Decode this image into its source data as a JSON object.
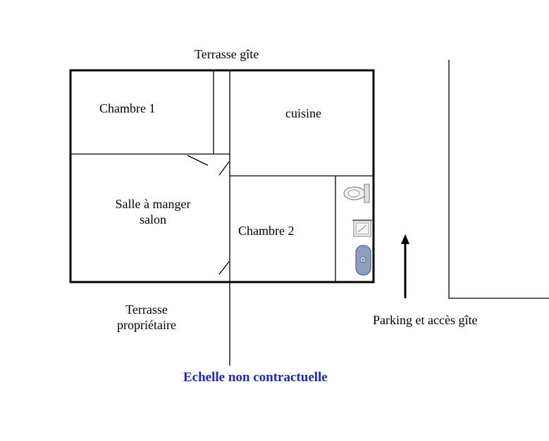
{
  "labels": {
    "terrasse_gite": "Terrasse gîte",
    "chambre_1": "Chambre 1",
    "cuisine": "cuisine",
    "salle_line1": "Salle à manger",
    "salle_line2": "salon",
    "chambre_2": "Chambre 2",
    "terrasse_proprio_line1": "Terrasse",
    "terrasse_proprio_line2": "propriétaire",
    "parking": "Parking et accès gîte"
  },
  "note": {
    "text": "Echelle non contractuelle",
    "color": "#1f25c8"
  },
  "icons": {
    "toilet": "toilet-icon",
    "washbasin": "washbasin-icon",
    "shower": "shower-icon",
    "arrow": "up-arrow-icon"
  },
  "colors": {
    "fixture_fill": "#8d9fbe",
    "fixture_stroke": "#4a5e88"
  }
}
